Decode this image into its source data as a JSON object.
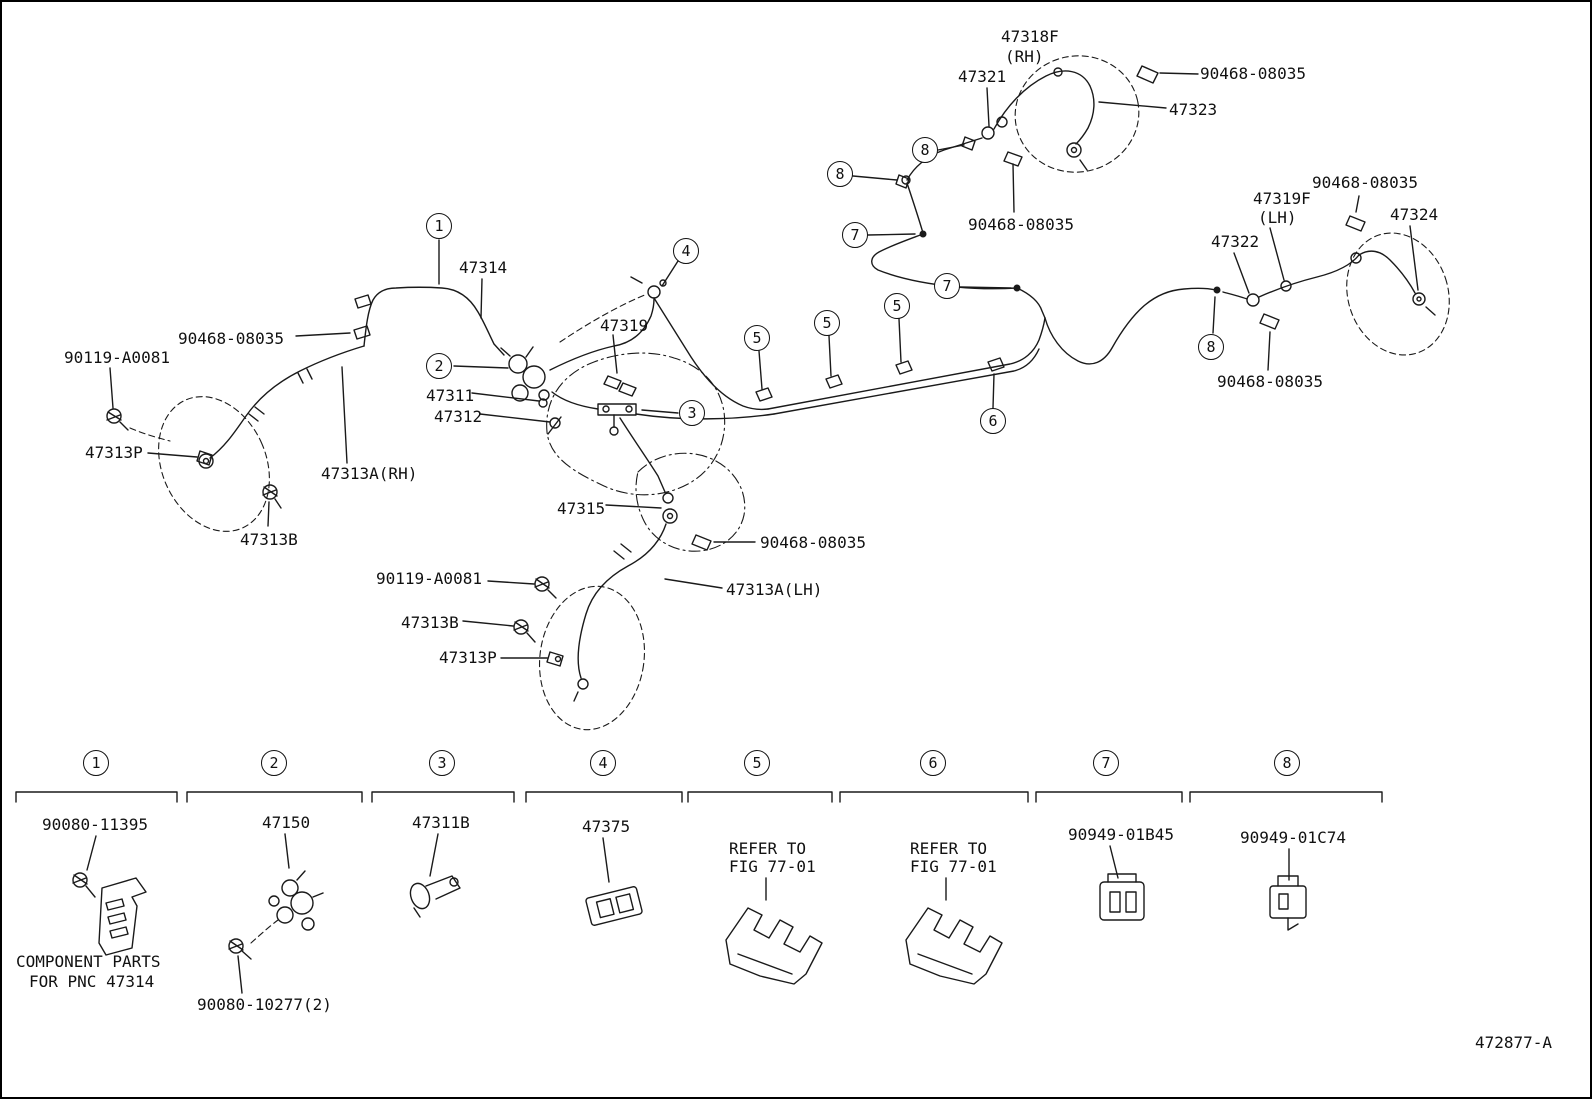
{
  "figure": {
    "code": "472877-A",
    "background": "#ffffff",
    "line_color": "#1a1a1a"
  },
  "callouts": {
    "n1": "1",
    "n2": "2",
    "n3": "3",
    "n4": "4",
    "n5": "5",
    "n6": "6",
    "n7": "7",
    "n8": "8"
  },
  "labels": {
    "rear_rh_flexhose": "47318F",
    "rear_rh_side": "(RH)",
    "rear_rh_connector": "47321",
    "clip_rr_top": "90468-08035",
    "rear_rh_clamp": "47323",
    "clip_rr_mid": "90468-08035",
    "clip_lr_top": "90468-08035",
    "rear_lh_flexhose": "47319F",
    "rear_lh_side": "(LH)",
    "rear_lh_clamp": "47324",
    "rear_lh_connector": "47322",
    "clip_lr_bottom": "90468-08035",
    "tube_no1": "47314",
    "tube_no3": "47319",
    "clip_front_left": "90468-08035",
    "bolt_front_rh": "90119-A0081",
    "bracket_47311": "47311",
    "clamp_47312": "47312",
    "clip_front_rh_hose": "47313P",
    "front_hose_rh": "47313A(RH)",
    "bolt_47313b_rh": "47313B",
    "connector_47315": "47315",
    "clip_front_lh": "90468-08035",
    "bolt_front_lh": "90119-A0081",
    "front_hose_lh": "47313A(LH)",
    "bolt_47313b_lh": "47313B",
    "clip_front_lh_hose": "47313P"
  },
  "components": {
    "c1": {
      "num": "1",
      "part": "90080-11395",
      "note1": "COMPONENT PARTS",
      "note2": "FOR PNC 47314"
    },
    "c2": {
      "num": "2",
      "part": "47150",
      "bolt": "90080-10277(2)"
    },
    "c3": {
      "num": "3",
      "part": "47311B"
    },
    "c4": {
      "num": "4",
      "part": "47375"
    },
    "c5": {
      "num": "5",
      "note1": "REFER TO",
      "note2": "FIG 77-01"
    },
    "c6": {
      "num": "6",
      "note1": "REFER TO",
      "note2": "FIG 77-01"
    },
    "c7": {
      "num": "7",
      "part": "90949-01B45"
    },
    "c8": {
      "num": "8",
      "part": "90949-01C74"
    }
  }
}
